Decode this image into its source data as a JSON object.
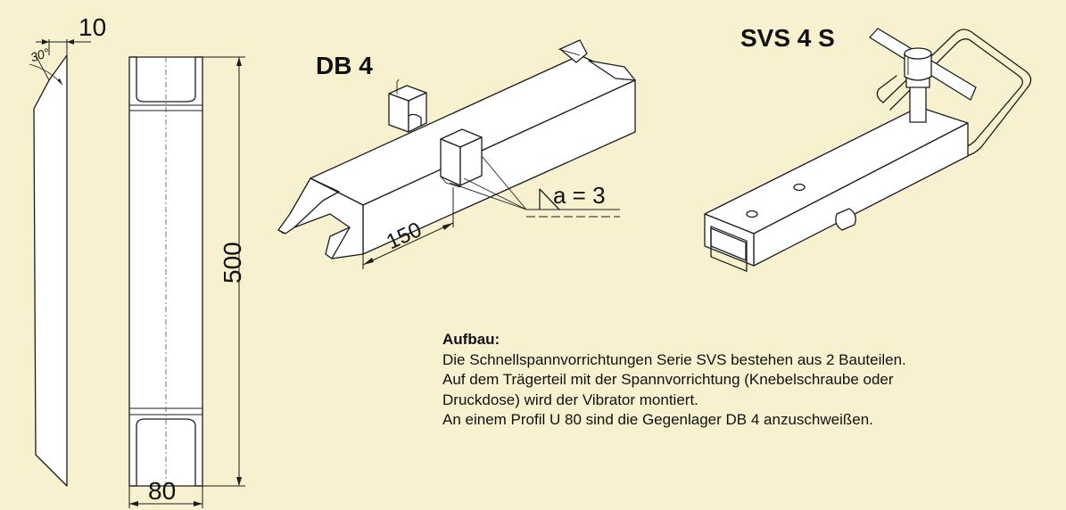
{
  "dimensions": {
    "thickness": "10",
    "angle": "30°",
    "length": "500",
    "width": "80",
    "distance": "150",
    "weld": "a = 3"
  },
  "labels": {
    "counter_bearing": "DB 4",
    "clamping_device": "SVS 4 S"
  },
  "description": {
    "title": "Aufbau:",
    "lines": [
      "Die Schnellspannvorrichtungen Serie SVS bestehen aus 2 Bauteilen.",
      "Auf dem Trägerteil mit der Spannvorrichtung (Knebelschraube oder",
      "Druckdose) wird der Vibrator montiert.",
      "An einem Profil U 80 sind die Gegenlager DB 4 anzuschweißen."
    ]
  },
  "colors": {
    "background": "#f7f1cf",
    "line": "#1c1c1c"
  }
}
